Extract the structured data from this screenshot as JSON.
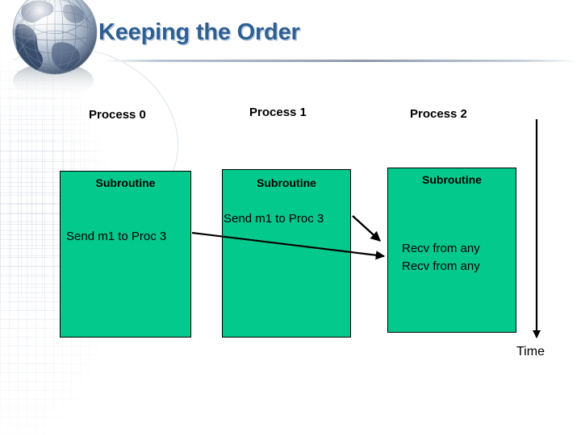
{
  "slide": {
    "title": "Keeping the Order",
    "title_color": "#2e5f92",
    "background_color": "#ffffff",
    "box_fill_color": "#04c98c",
    "box_border_color": "#000000"
  },
  "processes": [
    {
      "label": "Process 0",
      "box_title": "Subroutine",
      "body_lines": [
        "Send m1 to Proc 3"
      ]
    },
    {
      "label": "Process 1",
      "box_title": "Subroutine",
      "body_lines": [
        "Send m1 to Proc 3"
      ]
    },
    {
      "label": "Process 2",
      "box_title": "Subroutine",
      "body_lines": [
        "Recv from any",
        "Recv from any"
      ]
    }
  ],
  "messages": [
    {
      "name": "msg-proc0-to-proc2",
      "from": "Process 0",
      "to": "Process 2"
    },
    {
      "name": "msg-proc1-to-proc2",
      "from": "Process 1",
      "to": "Process 2"
    }
  ],
  "axis": {
    "time_label": "Time",
    "direction": "downward"
  }
}
